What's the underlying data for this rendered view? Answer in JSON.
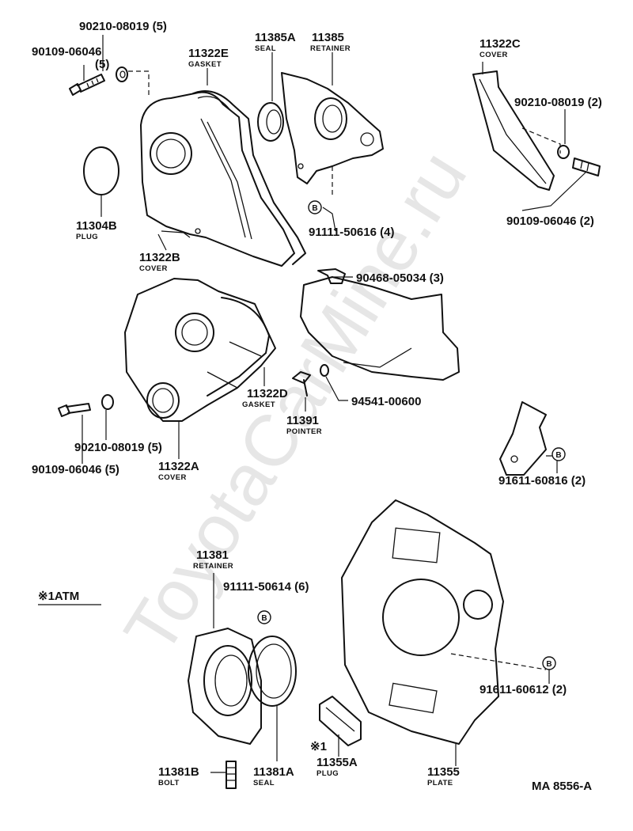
{
  "watermark": "ToyotaCarMine.ru",
  "drawing_code": "MA 8556-A",
  "note_atm": "※1ATM",
  "note_1": "※1",
  "bolt_symbol": "B",
  "labels": {
    "p90210_top": "90210-08019 (5)",
    "p90109_top": "90109-06046",
    "p90109_top_qty": "(5)",
    "p11322E": "11322E",
    "p11322E_sub": "GASKET",
    "p11385A": "11385A",
    "p11385A_sub": "SEAL",
    "p11385": "11385",
    "p11385_sub": "RETAINER",
    "p11322C": "11322C",
    "p11322C_sub": "COVER",
    "p90210_right": "90210-08019 (2)",
    "p90109_right": "90109-06046 (2)",
    "p11304B": "11304B",
    "p11304B_sub": "PLUG",
    "p11322B": "11322B",
    "p11322B_sub": "COVER",
    "p91111_50616": "91111-50616 (4)",
    "p90468": "90468-05034 (3)",
    "p11322D": "11322D",
    "p11322D_sub": "GASKET",
    "p94541": "94541-00600",
    "p11391": "11391",
    "p11391_sub": "POINTER",
    "p90210_mid": "90210-08019 (5)",
    "p90109_mid": "90109-06046 (5)",
    "p11322A": "11322A",
    "p11322A_sub": "COVER",
    "p91611_60816": "91611-60816 (2)",
    "p11381": "11381",
    "p11381_sub": "RETAINER",
    "p91111_50614": "91111-50614 (6)",
    "p91611_60612": "91611-60612 (2)",
    "p11381B": "11381B",
    "p11381B_sub": "BOLT",
    "p11381A": "11381A",
    "p11381A_sub": "SEAL",
    "p11355A": "11355A",
    "p11355A_sub": "PLUG",
    "p11355": "11355",
    "p11355_sub": "PLATE"
  }
}
